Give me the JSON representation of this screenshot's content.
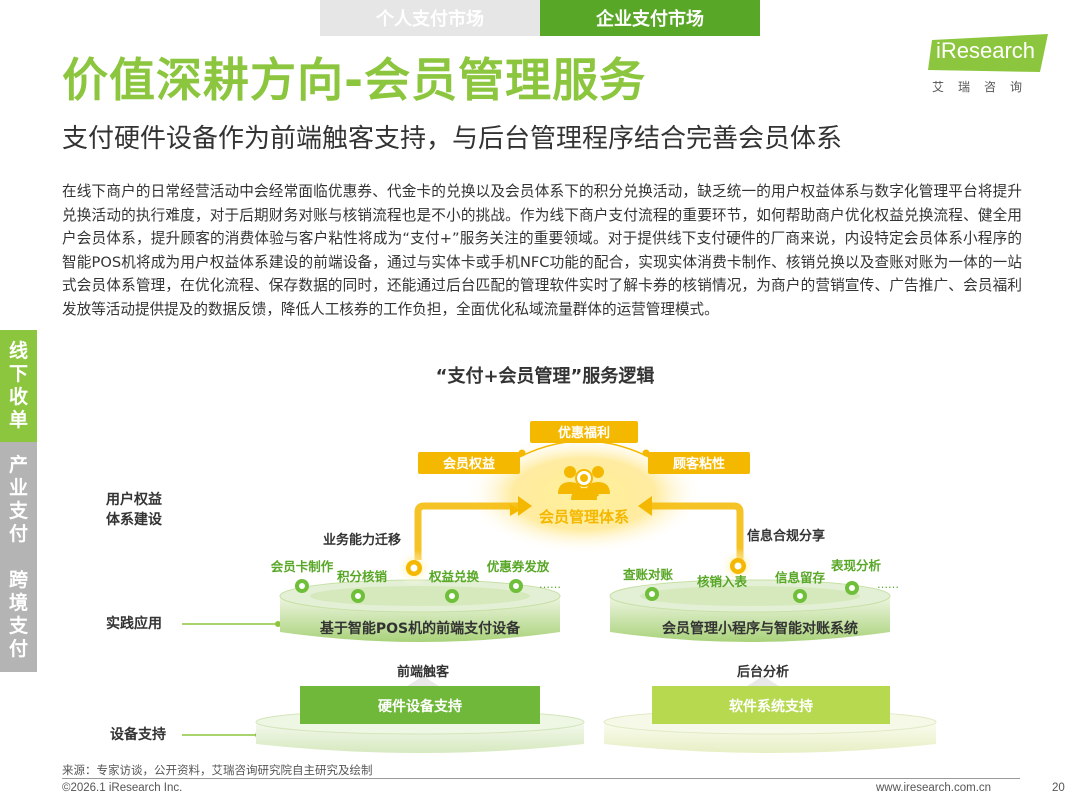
{
  "tabs": {
    "personal": "个人支付市场",
    "enterprise": "企业支付市场"
  },
  "logo": {
    "text": "iResearch",
    "subtitle": "艾瑞咨询"
  },
  "title": "价值深耕方向-会员管理服务",
  "subtitle": "支付硬件设备作为前端触客支持，与后台管理程序结合完善会员体系",
  "body": "在线下商户的日常经营活动中会经常面临优惠券、代金卡的兑换以及会员体系下的积分兑换活动，缺乏统一的用户权益体系与数字化管理平台将提升兑换活动的执行难度，对于后期财务对账与核销流程也是不小的挑战。作为线下商户支付流程的重要环节，如何帮助商户优化权益兑换流程、健全用户会员体系，提升顾客的消费体验与客户粘性将成为“支付+”服务关注的重要领域。对于提供线下支付硬件的厂商来说，内设特定会员体系小程序的智能POS机将成为用户权益体系建设的前端设备，通过与实体卡或手机NFC功能的配合，实现实体消费卡制作、核销兑换以及查账对账为一体的一站式会员体系管理，在优化流程、保存数据的同时，还能通过后台匹配的管理软件实时了解卡券的核销情况，为商户的营销宣传、广告推广、会员福利发放等活动提供提及的数据反馈，降低人工核券的工作负担，全面优化私域流量群体的运营管理模式。",
  "side_nav": {
    "offline": "线下收单",
    "industry": "产业支付",
    "cross": "跨境支付"
  },
  "diagram": {
    "title": "“支付+会员管理”服务逻辑",
    "tags": {
      "benefit": "优惠福利",
      "rights": "会员权益",
      "stickiness": "顾客粘性"
    },
    "center": "会员管理体系",
    "row_labels": {
      "user_rights": "用户权益体系建设",
      "practice": "实践应用",
      "device": "设备支持"
    },
    "arrows": {
      "migrate": "业务能力迁移",
      "share": "信息合规分享",
      "front_touch": "前端触客",
      "back_analysis": "后台分析"
    },
    "left_items": [
      "会员卡制作",
      "积分核销",
      "权益兑换",
      "优惠券发放",
      "……"
    ],
    "right_items": [
      "查账对账",
      "核销入表",
      "信息留存",
      "表现分析",
      "……"
    ],
    "left_platform": "基于智能POS机的前端支付设备",
    "right_platform": "会员管理小程序与智能对账系统",
    "left_base": "硬件设备支持",
    "right_base": "软件系统支持"
  },
  "footer": {
    "source": "来源：专家访谈，公开资料，艾瑞咨询研究院自主研究及绘制",
    "copyright": "©2026.1 iResearch Inc.",
    "website": "www.iresearch.com.cn",
    "page": "20"
  },
  "colors": {
    "green": "#8cc63f",
    "dark_green": "#58a727",
    "yellow": "#f5b800",
    "gray": "#b4b4b4"
  }
}
